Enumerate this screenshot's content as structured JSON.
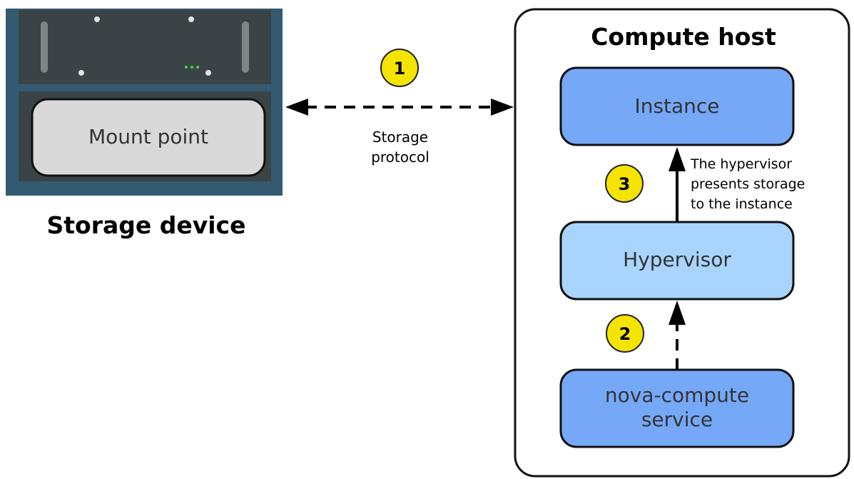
{
  "storage": {
    "mount_label": "Mount point",
    "device_label": "Storage device"
  },
  "connection": {
    "step": "1",
    "protocol_line1": "Storage",
    "protocol_line2": "protocol"
  },
  "compute": {
    "title": "Compute host",
    "instance_label": "Instance",
    "hypervisor_label": "Hypervisor",
    "nova_line1": "nova-compute",
    "nova_line2": "service",
    "step_presents": "3",
    "step_nova": "2",
    "presents_line1": "The hypervisor",
    "presents_line2": "presents storage",
    "presents_line3": "to the instance"
  },
  "colors": {
    "device_frame": "#345a72",
    "device_panel": "#3a4446",
    "mount_fill": "#d9d9d9",
    "instance_fill": "#75a8f7",
    "hypervisor_fill": "#a8d4fd",
    "nova_fill": "#75a8f7",
    "badge_fill": "#f5e400",
    "led_green": "#3ddc3d"
  }
}
